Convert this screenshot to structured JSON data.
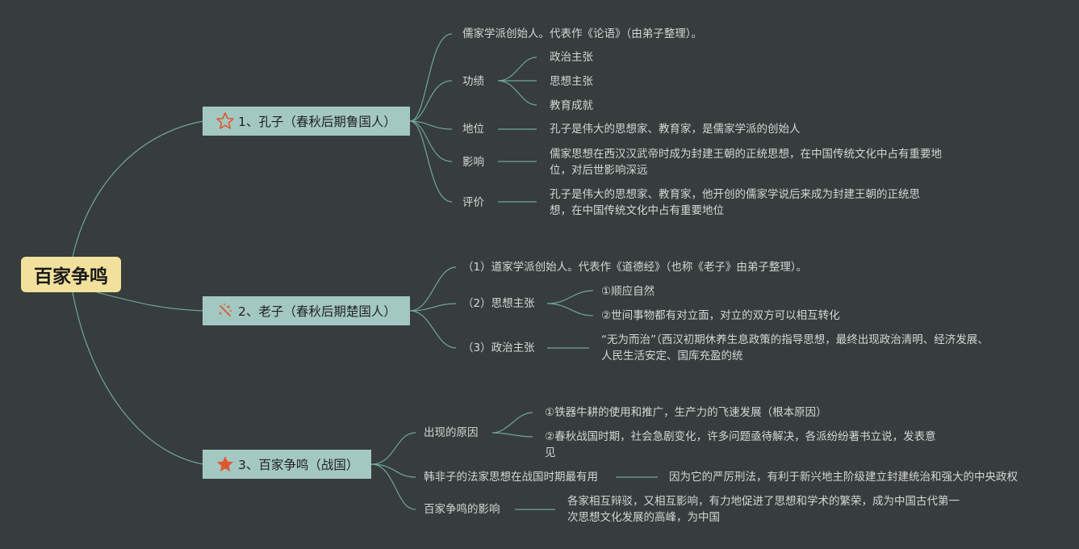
{
  "root": {
    "label": "百家争鸣"
  },
  "branches": [
    {
      "label": "1、孔子（春秋后期鲁国人）",
      "icon": "star-outline-icon",
      "intro": "儒家学派创始人。代表作《论语》（由弟子整理）。",
      "items": [
        {
          "label": "功绩",
          "children": [
            "政治主张",
            "思想主张",
            "教育成就"
          ]
        },
        {
          "label": "地位",
          "text": "孔子是伟大的思想家、教育家，是儒家学派的创始人"
        },
        {
          "label": "影响",
          "text": "儒家思想在西汉汉武帝时成为封建王朝的正统思想，在中国传统文化中占有重要地位，对后世影响深远"
        },
        {
          "label": "评价",
          "text": "孔子是伟大的思想家、教育家，他开创的儒家学说后来成为封建王朝的正统思想，在中国传统文化中占有重要地位"
        }
      ]
    },
    {
      "label": "2、老子（春秋后期楚国人）",
      "icon": "sparkle-icon",
      "items": [
        {
          "label": "（1）道家学派创始人。代表作《道德经》（也称《老子》由弟子整理）。"
        },
        {
          "label": "（2）思想主张",
          "children": [
            "①顺应自然",
            "②世间事物都有对立面，对立的双方可以相互转化"
          ]
        },
        {
          "label": "（3）政治主张",
          "text": "“无为而治”（西汉初期休养生息政策的指导思想，最终出现政治清明、经济发展、人民生活安定、国库充盈的统"
        }
      ]
    },
    {
      "label": "3、百家争鸣（战国）",
      "icon": "star-filled-icon",
      "items": [
        {
          "label": "出现的原因",
          "children": [
            "①铁器牛耕的使用和推广，生产力的飞速发展（根本原因）",
            "②春秋战国时期，社会急剧变化，许多问题亟待解决，各派纷纷著书立说，发表意见"
          ]
        },
        {
          "label": "韩非子的法家思想在战国时期最有用",
          "text": "因为它的严厉刑法，有利于新兴地主阶级建立封建统治和强大的中央政权"
        },
        {
          "label": "百家争鸣的影响",
          "text": "各家相互辩驳，又相互影响，有力地促进了思想和学术的繁荣，成为中国古代第一次思想文化发展的高峰，为中国"
        }
      ]
    }
  ],
  "colors": {
    "background": "#373c3c",
    "root": "#f1e19c",
    "branch": "#a3c8c1",
    "line": "#6fa79a",
    "text": "#d3d7d5",
    "icon": "#e0562f"
  }
}
